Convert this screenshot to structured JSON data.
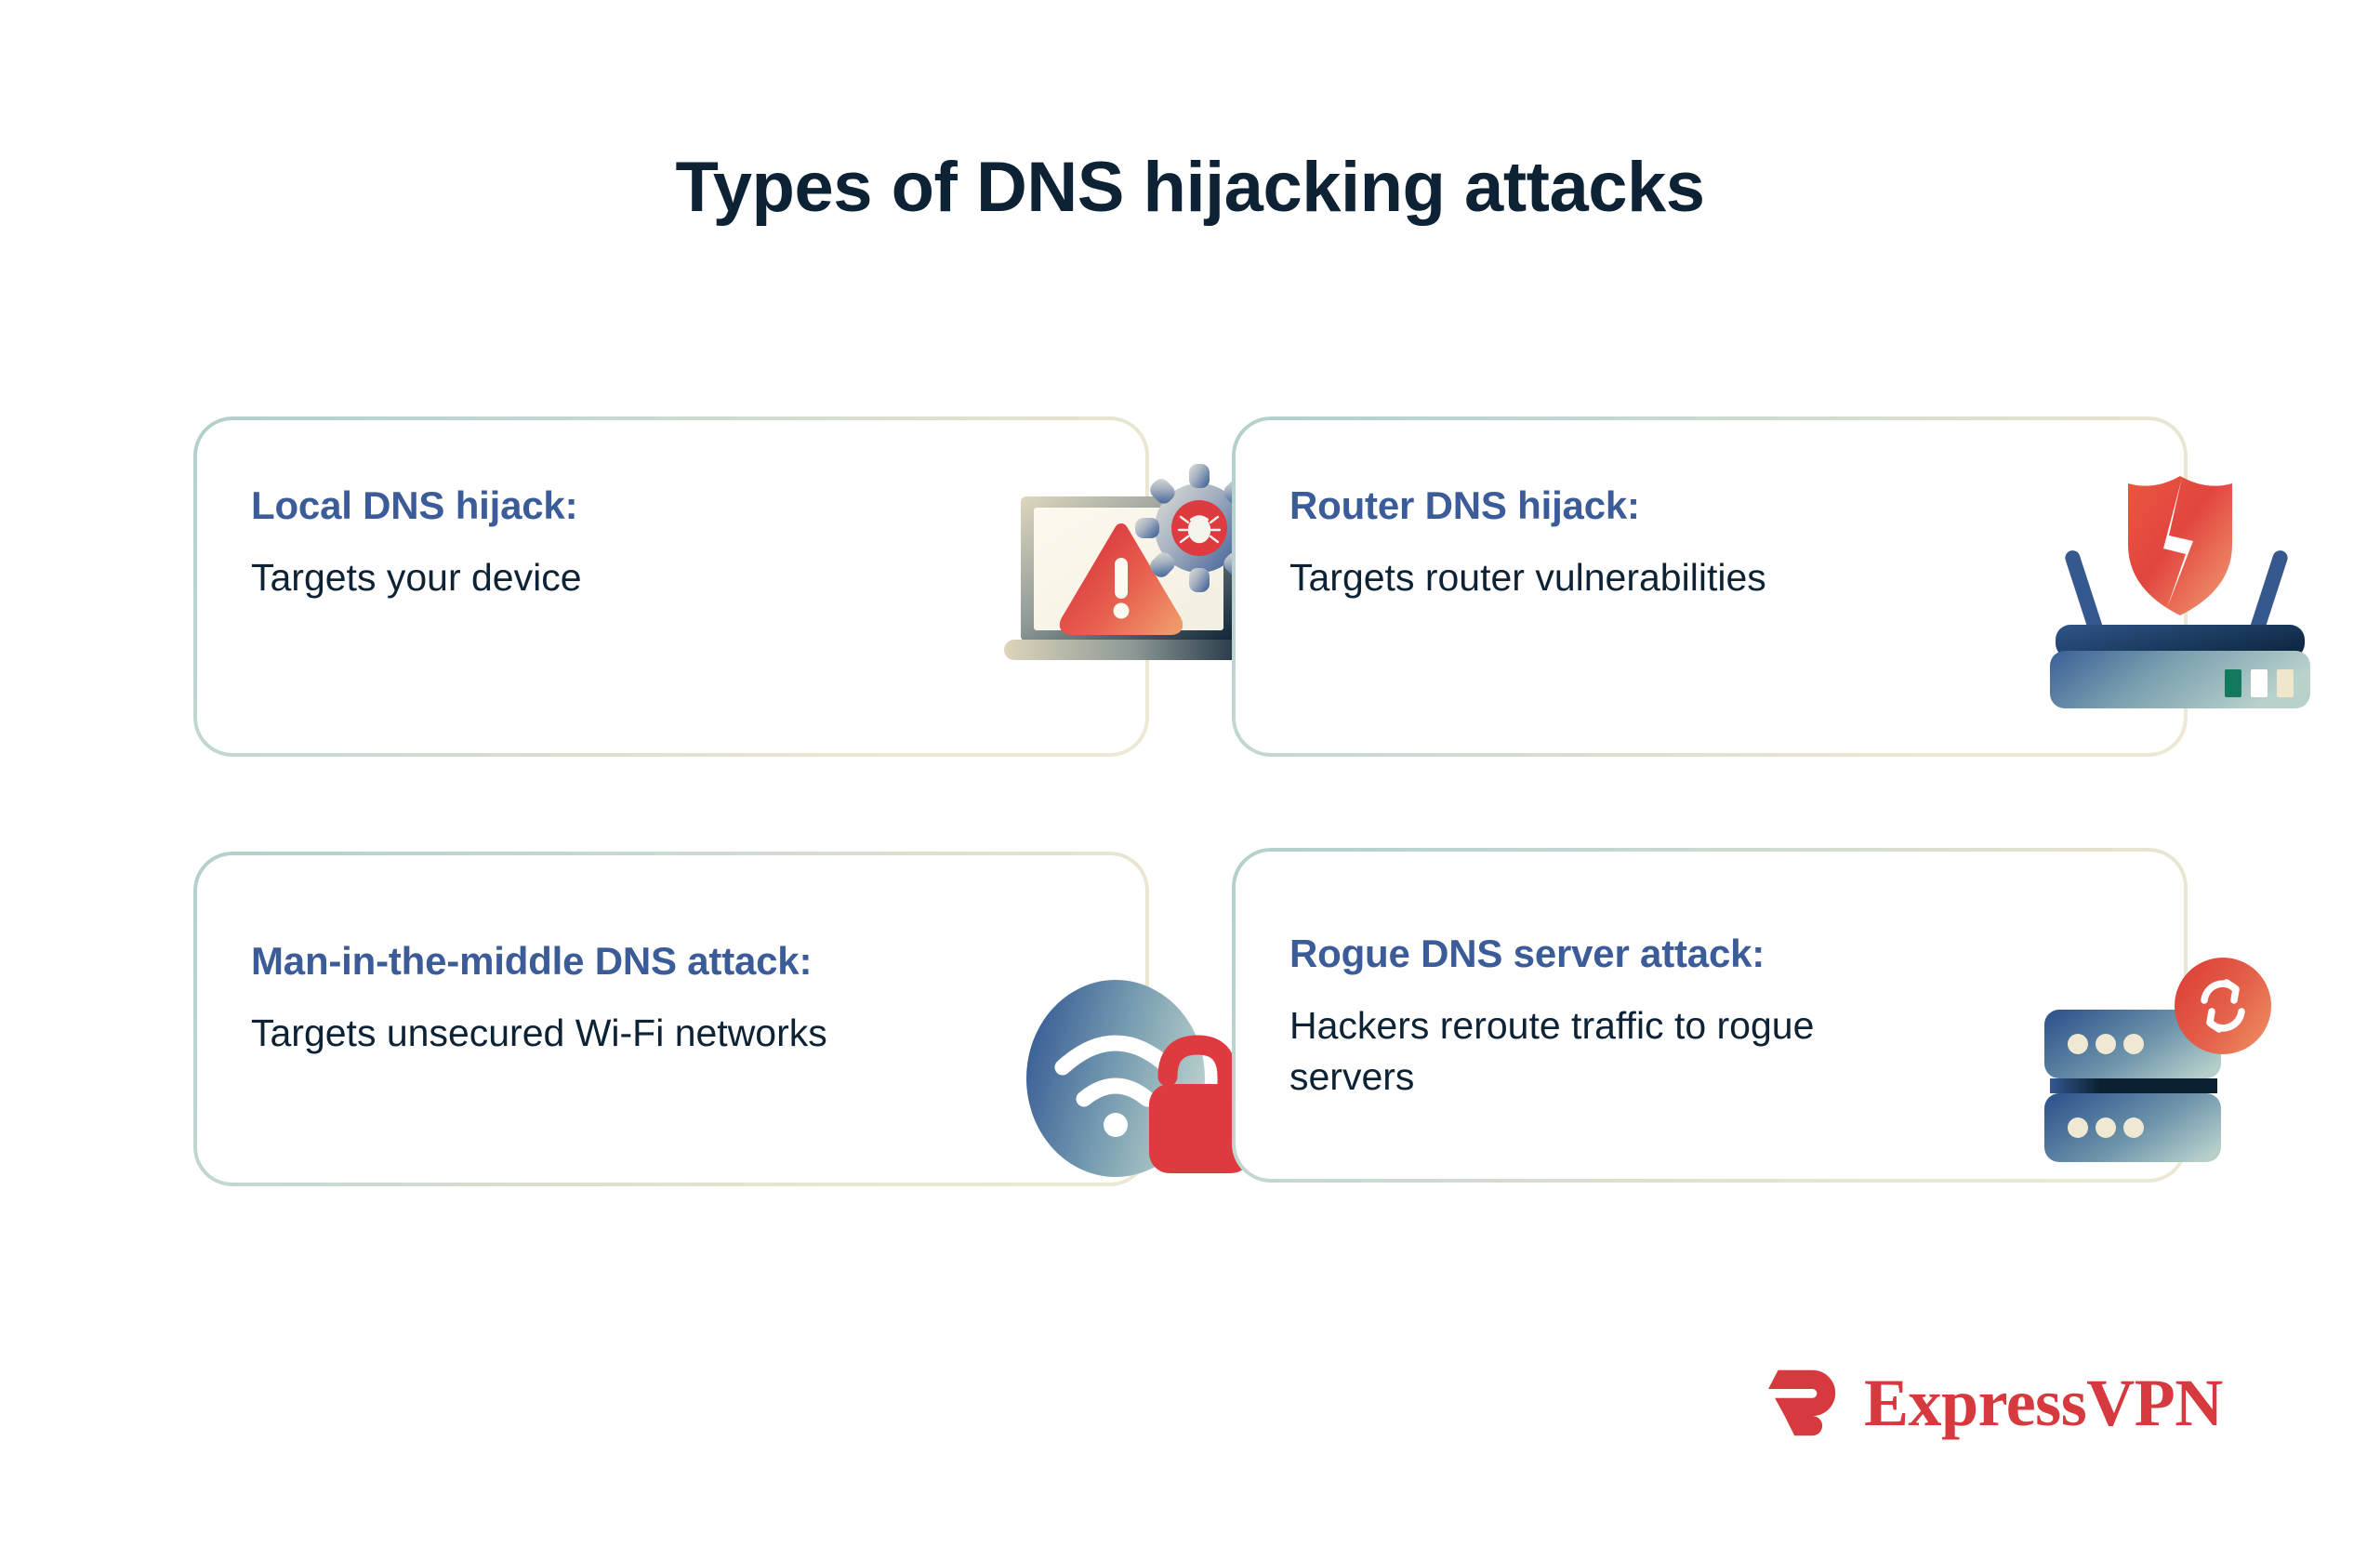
{
  "title": "Types of DNS hijacking attacks",
  "colors": {
    "background": "#ffffff",
    "title_text": "#0d2235",
    "heading_blue": "#3b5c99",
    "body_text": "#0d2235",
    "card_border_start": "#b2d0cd",
    "card_border_end": "#ece7d2",
    "accent_red": "#d6393e",
    "accent_orange": "#ef8b5f",
    "icon_blue": "#35598f",
    "icon_sage": "#b3cdc9",
    "icon_cream": "#efe8d2",
    "icon_green": "#13795e",
    "icon_navy": "#0d2235"
  },
  "cards": [
    {
      "heading": "Local DNS hijack:",
      "body": "Targets your device",
      "icon_name": "laptop-warning-bug-gear-icon"
    },
    {
      "heading": "Router DNS hijack:",
      "body": "Targets router vulnerabilities",
      "icon_name": "router-broken-shield-icon"
    },
    {
      "heading": "Man-in-the-middle DNS attack:",
      "body": "Targets unsecured Wi-Fi networks",
      "icon_name": "wifi-open-padlock-icon"
    },
    {
      "heading": "Rogue DNS server attack:",
      "body": "Hackers reroute traffic to rogue servers",
      "icon_name": "server-rack-refresh-icon"
    }
  ],
  "logo": {
    "wordmark": "ExpressVPN",
    "mark_name": "expressvpn-e-mark-icon"
  }
}
